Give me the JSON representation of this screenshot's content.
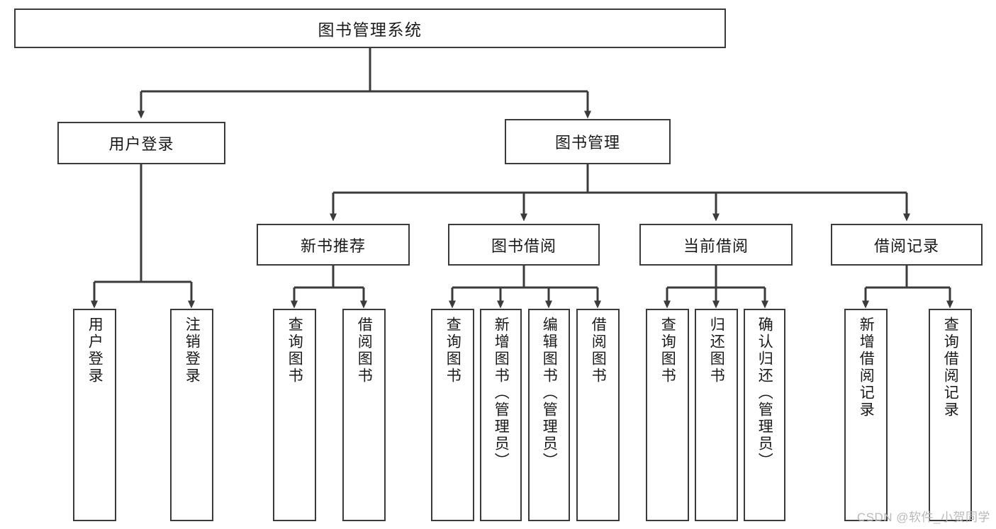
{
  "diagram": {
    "title": "图书管理系统",
    "type": "tree-hierarchy-flowchart",
    "line_color": "#3b3b3b",
    "background": "#ffffff",
    "text_color": "#1a1a1a"
  },
  "root": {
    "label": "图书管理系统"
  },
  "level1": [
    {
      "label": "用户登录"
    },
    {
      "label": "图书管理"
    }
  ],
  "level2": [
    {
      "label": "新书推荐"
    },
    {
      "label": "图书借阅"
    },
    {
      "label": "当前借阅"
    },
    {
      "label": "借阅记录"
    }
  ],
  "leaves": {
    "user_login": [
      {
        "label": "用户登录"
      },
      {
        "label": "注销登录"
      }
    ],
    "new_book_recommend": [
      {
        "label": "查询图书"
      },
      {
        "label": "借阅图书"
      }
    ],
    "book_borrow": [
      {
        "label": "查询图书"
      },
      {
        "label": "新增图书（管理员）"
      },
      {
        "label": "编辑图书（管理员）"
      },
      {
        "label": "借阅图书"
      }
    ],
    "current_borrow": [
      {
        "label": "查询图书"
      },
      {
        "label": "归还图书"
      },
      {
        "label": "确认归还（管理员）"
      }
    ],
    "borrow_record": [
      {
        "label": "新增借阅记录"
      },
      {
        "label": "查询借阅记录"
      }
    ]
  },
  "watermark": {
    "text": "CSDN @软件_小贺同学"
  }
}
